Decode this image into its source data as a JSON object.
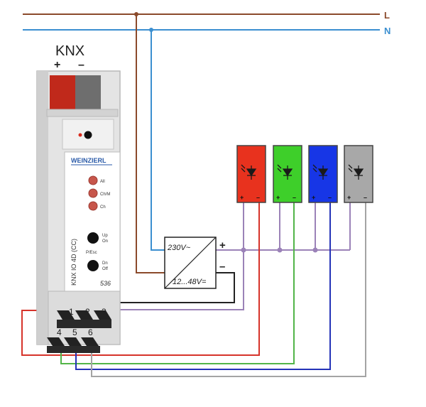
{
  "bus": {
    "title": "KNX",
    "plus": "+",
    "minus": "–"
  },
  "lines": {
    "L": "L",
    "N": "N"
  },
  "device": {
    "brand": "WEINZIERL",
    "model": "KNX IO 4D (CC)",
    "number": "536",
    "leds": [
      "All",
      "Ch/M",
      "Ch"
    ],
    "btn_up": [
      "Up",
      "On"
    ],
    "btn_mid": "P/Esc",
    "btn_dn": [
      "Dn",
      "Off"
    ],
    "terminals_top": [
      "1",
      "2",
      "3"
    ],
    "terminals_bottom": [
      "4",
      "5",
      "6"
    ]
  },
  "psu": {
    "input": "230V~",
    "output": "12...48V=",
    "out_plus": "+",
    "out_minus": "–"
  },
  "leds": [
    {
      "color": "#e8321e",
      "plus": "+",
      "minus": "–"
    },
    {
      "color": "#3ecf2a",
      "plus": "+",
      "minus": "–"
    },
    {
      "color": "#1736e6",
      "plus": "+",
      "minus": "–"
    },
    {
      "color": "#a8a8a8",
      "plus": "+",
      "minus": "–"
    }
  ],
  "colors": {
    "L_wire": "#8b4a2b",
    "N_wire": "#3b8fd0",
    "common_wire": "#9b82b8",
    "red_wire": "#d6332a",
    "green_wire": "#52b548",
    "blue_wire": "#2433b8",
    "gray_wire": "#a4a4a4",
    "black_wire": "#222222"
  }
}
